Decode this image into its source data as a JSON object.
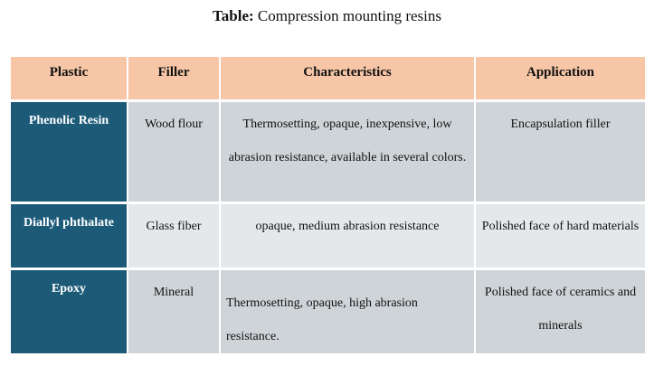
{
  "title": {
    "bold": "Table:",
    "text": "Compression mounting resins"
  },
  "table": {
    "headers": [
      "Plastic",
      "Filler",
      "Characteristics",
      "Application"
    ],
    "rows": [
      {
        "plastic": "Phenolic Resin",
        "filler": "Wood flour",
        "characteristics": "Thermosetting, opaque, inexpensive, low abrasion resistance, available in several colors.",
        "application": "Encapsulation filler"
      },
      {
        "plastic": "Diallyl phthalate",
        "filler": "Glass fiber",
        "characteristics": "opaque, medium abrasion resistance",
        "application": "Polished face of hard materials"
      },
      {
        "plastic": "Epoxy",
        "filler": "Mineral",
        "characteristics": "Thermosetting, opaque, high abrasion resistance.",
        "application": "Polished face of ceramics and minerals"
      }
    ]
  },
  "colors": {
    "header_bg": "#f6c6a6",
    "first_col_bg": "#1c5a78",
    "row_bg_dark": "#cfd4d8",
    "row_bg_light": "#e5e8ea"
  }
}
